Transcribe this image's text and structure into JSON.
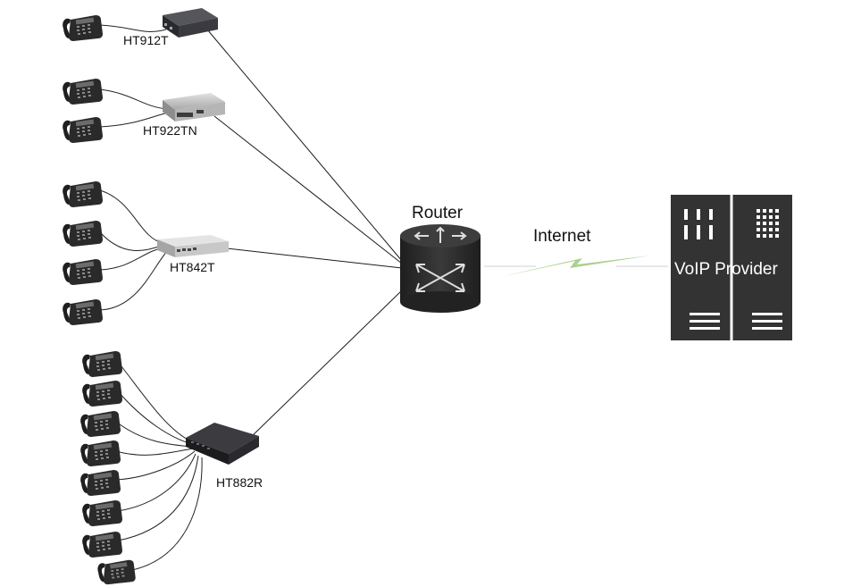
{
  "devices": {
    "ht912t": "HT912T",
    "ht922tn": "HT922TN",
    "ht842t": "HT842T",
    "ht882r": "HT882R"
  },
  "router": {
    "label": "Router"
  },
  "link": {
    "label": "Internet"
  },
  "provider": {
    "label": "VoIP Provider"
  },
  "colors": {
    "dark_device": "#2f2f33",
    "light_device": "#c9c9c9",
    "router": "#2b2b2b",
    "server": "#333333",
    "link": "#a9d18e",
    "wire": "#1c1c1c"
  },
  "icons": {
    "phone": "desk-phone-icon",
    "router": "router-arrows-icon",
    "server": "server-rack-icon"
  }
}
